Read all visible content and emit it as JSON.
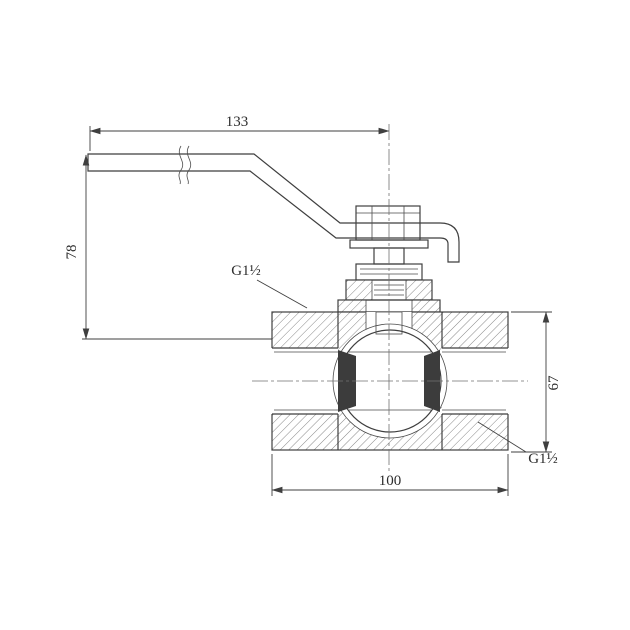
{
  "drawing": {
    "dimensions": {
      "handle_length": "133",
      "handle_height": "78",
      "body_length": "100",
      "body_height": "67"
    },
    "labels": {
      "thread_top": "G1½",
      "thread_bottom": "G1½"
    },
    "colors": {
      "line": "#3f3f3f",
      "hatch": "#6a6a6a",
      "seat": "#3c3c3c",
      "background": "#ffffff"
    }
  }
}
